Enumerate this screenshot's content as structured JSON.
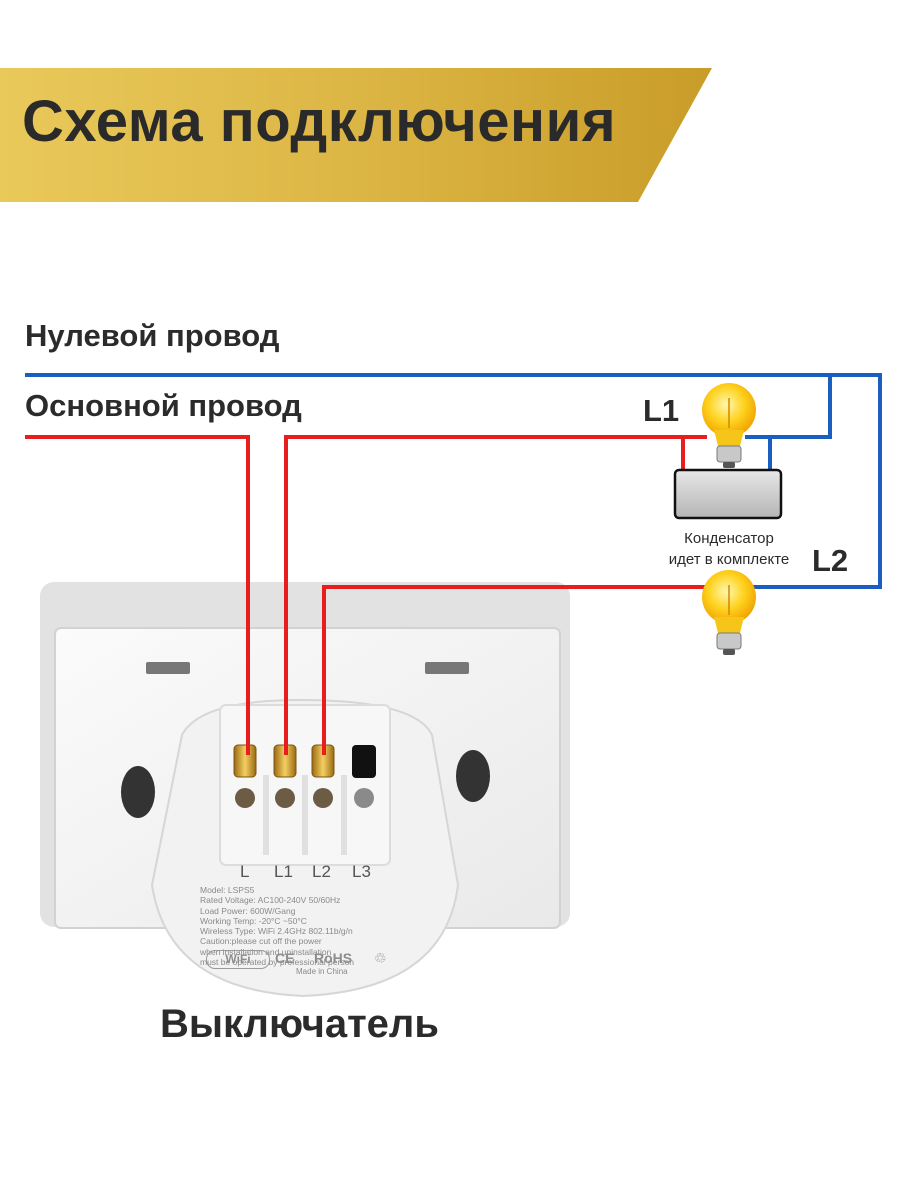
{
  "header": {
    "title": "Схема подключения"
  },
  "labels": {
    "neutral_wire": "Нулевой провод",
    "phase_wire": "Основной  провод",
    "lamp_1": "L1",
    "lamp_2": "L2",
    "capacitor_line1": "Конденсатор",
    "capacitor_line2": "идет в комплекте",
    "switch": "Выключатель"
  },
  "switch_device": {
    "terminals": [
      "L",
      "L1",
      "L2",
      "L3"
    ],
    "plate_lines": [
      "Model: LSPS5",
      "Rated Voltage: AC100-240V 50/60Hz",
      "Load Power: 600W/Gang",
      "Working Temp: -20°C ~50°C",
      "Wireless Type: WiFi 2.4GHz 802.11b/g/n",
      "Caution:please cut off the power",
      "when installation and uninstallation",
      "must be operated by professional person"
    ],
    "certifications": [
      "WiFi",
      "CE",
      "RoHS",
      "♲"
    ],
    "made_in": "Made in China"
  },
  "colors": {
    "banner_gold": "#d9b13c",
    "neutral_wire": "#1a5fbf",
    "phase_wire": "#e81e1e",
    "text": "#2b2b2b"
  }
}
